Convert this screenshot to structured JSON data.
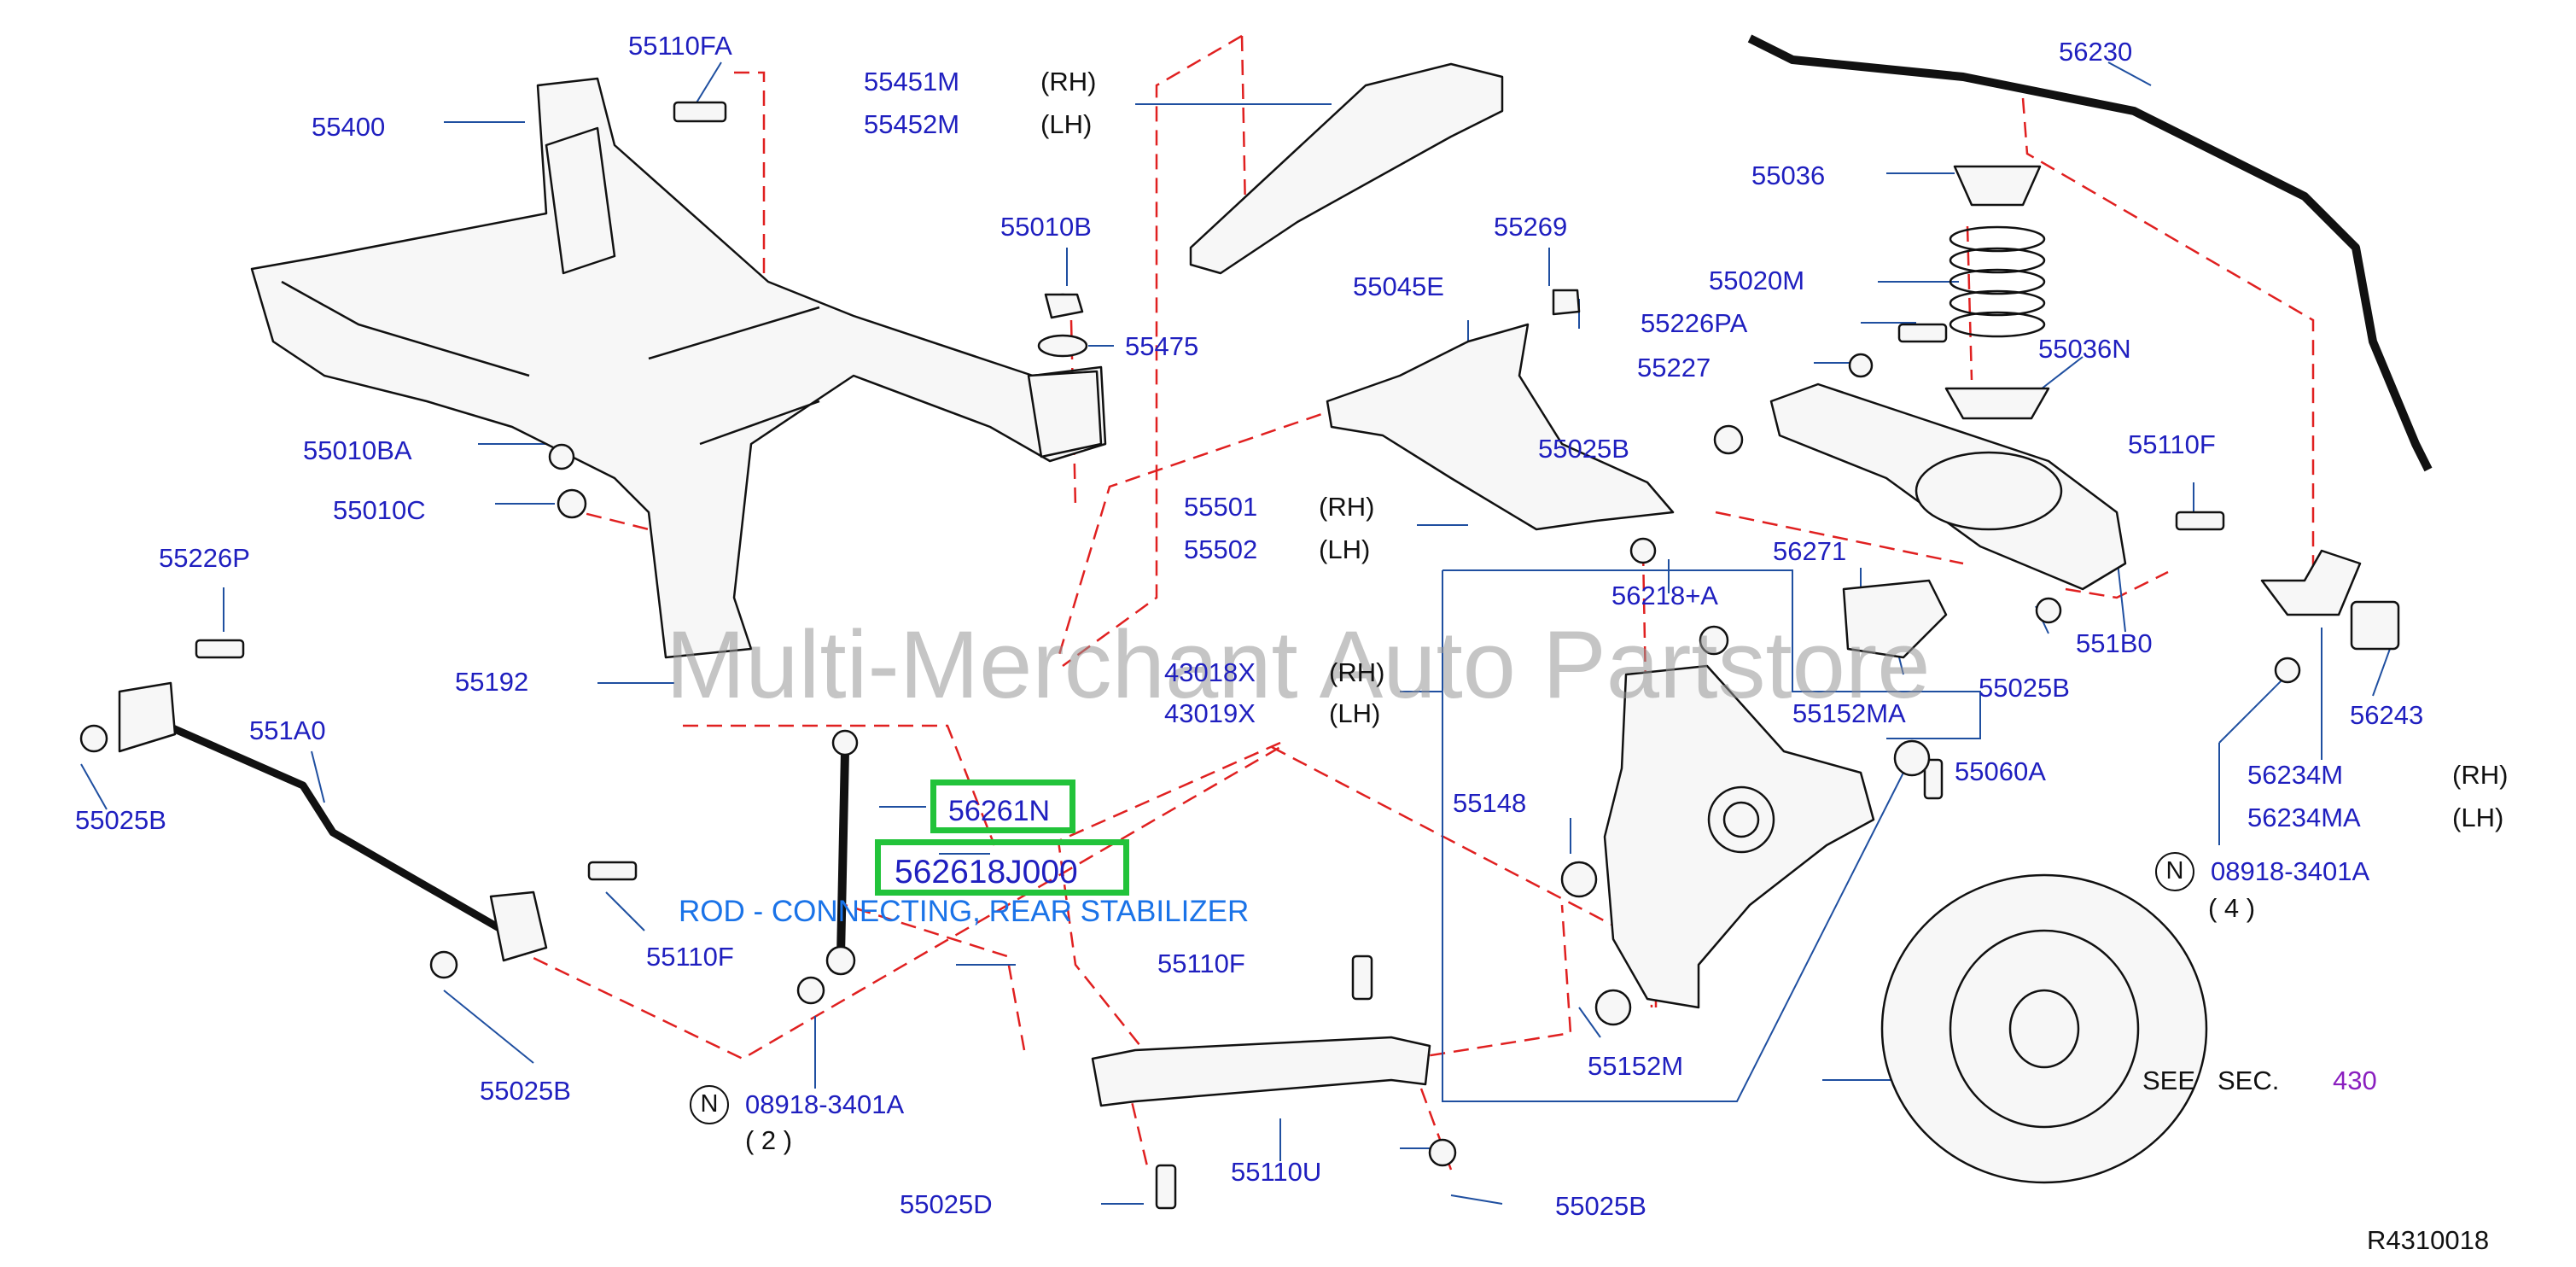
{
  "watermark": "Multi-Merchant Auto Partstore",
  "diagram_id": "R4310018",
  "description": "ROD - CONNECTING, REAR STABILIZER",
  "highlighted_parts": {
    "ref": "56261N",
    "part_number": "562618J000"
  },
  "n_symbol": "N",
  "see_section": {
    "see": "SEE",
    "sec": "SEC.",
    "num": "430"
  },
  "parts": {
    "p55110FA": "55110FA",
    "p55400": "55400",
    "p55451M": "55451M",
    "p55452M": "55452M",
    "p55010B": "55010B",
    "p55475": "55475",
    "p55010BA": "55010BA",
    "p55010C": "55010C",
    "p55226P": "55226P",
    "p55192": "55192",
    "p551A0": "551A0",
    "p55025B_left": "55025B",
    "p55110F_left": "55110F",
    "p55025B_lower": "55025B",
    "p08918_a": "08918-3401A",
    "qty_a": "( 2 )",
    "p55269": "55269",
    "p55045E": "55045E",
    "p55025B_mid": "55025B",
    "p55501": "55501",
    "p55502": "55502",
    "p56218A": "56218+A",
    "p43018X": "43018X",
    "p43019X": "43019X",
    "p55148": "55148",
    "p55110F_mid": "55110F",
    "p55025D": "55025D",
    "p55110U": "55110U",
    "p55025B_bottom": "55025B",
    "p55152M": "55152M",
    "p55152MA": "55152MA",
    "p55060A": "55060A",
    "p56271": "56271",
    "p55025B_right": "55025B",
    "p56230": "56230",
    "p55036": "55036",
    "p55020M": "55020M",
    "p55226PA": "55226PA",
    "p55227": "55227",
    "p55036N": "55036N",
    "p55110F_right": "55110F",
    "p551B0": "551B0",
    "p56243": "56243",
    "p56234M": "56234M",
    "p56234MA": "56234MA",
    "p08918_b": "08918-3401A",
    "qty_b": "( 4 )"
  },
  "side": {
    "rh": "(RH)",
    "lh": "(LH)"
  },
  "colors": {
    "label": "#1f1fbf",
    "leader": "#1f4fa0",
    "dash": "#e02020",
    "highlight": "#22c33a",
    "desc": "#1a73e8"
  }
}
